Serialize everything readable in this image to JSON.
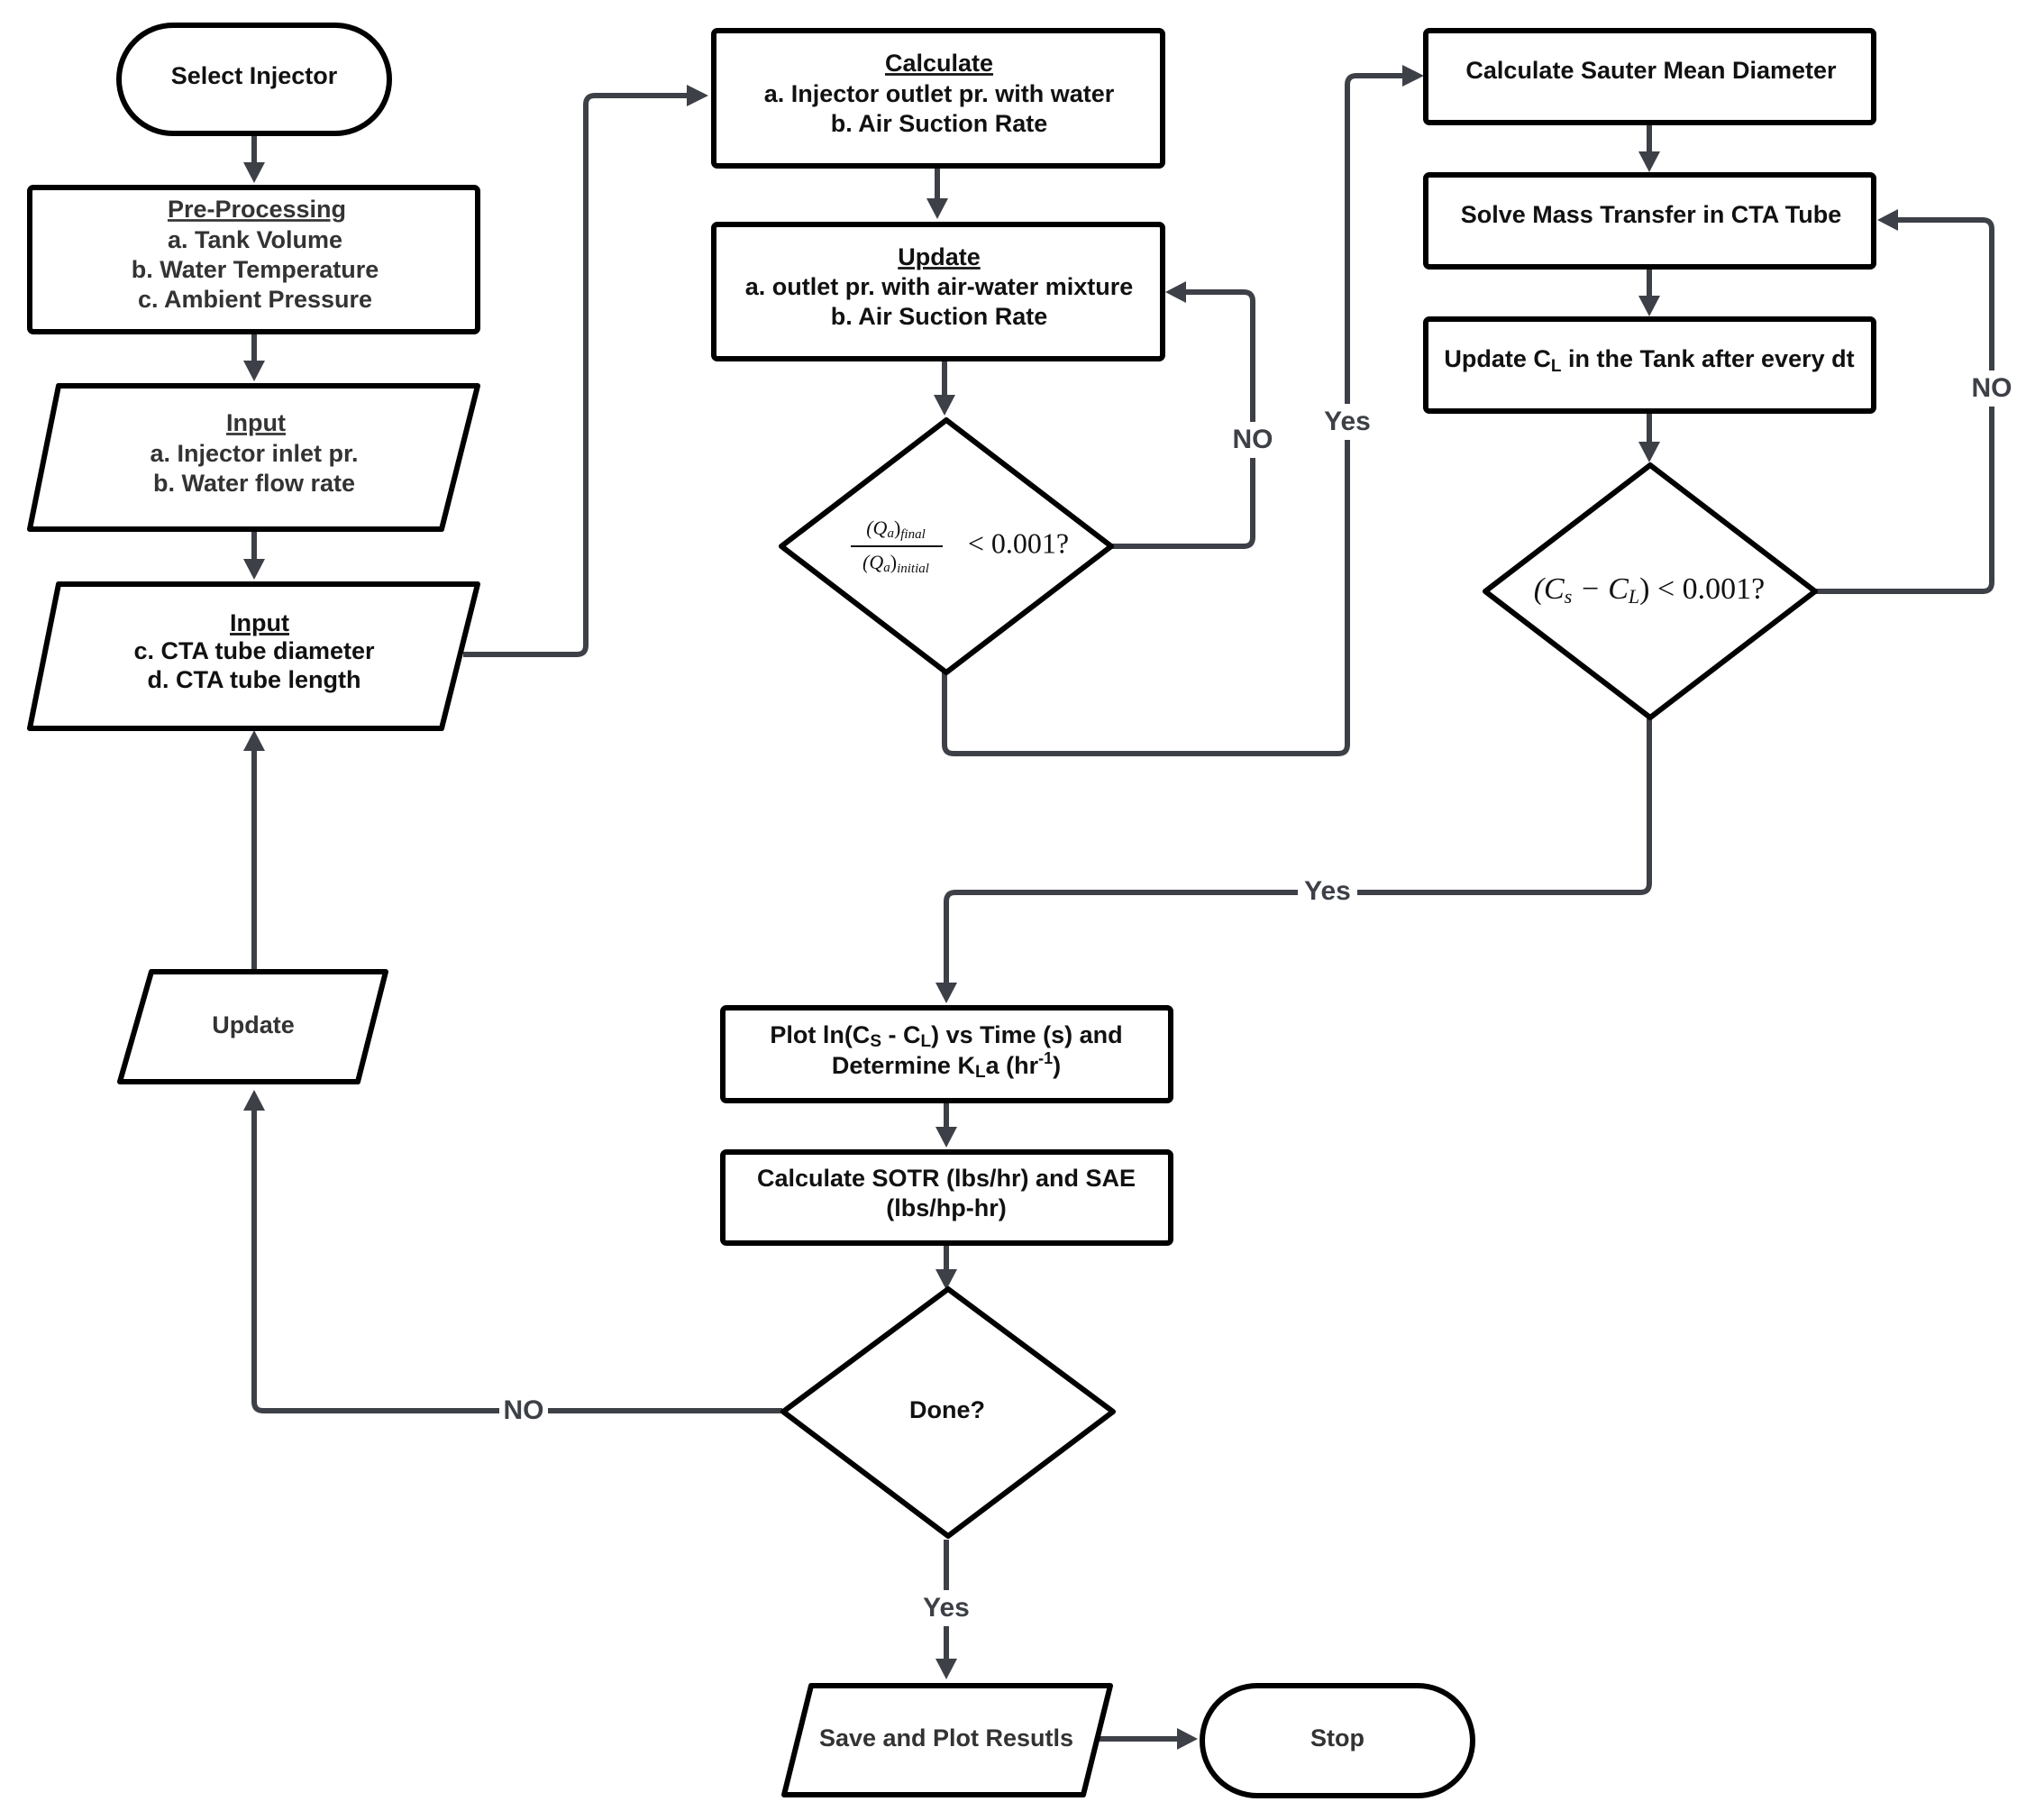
{
  "nodes": {
    "select_injector": "Select Injector",
    "preprocessing": {
      "title": "Pre-Processing",
      "lines": [
        "a. Tank Volume",
        "b. Water Temperature",
        "c. Ambient Pressure"
      ]
    },
    "input1": {
      "title": "Input",
      "lines": [
        "a. Injector inlet pr.",
        "b. Water flow rate"
      ]
    },
    "input2": {
      "title": "Input",
      "lines": [
        "c. CTA tube diameter",
        "d. CTA tube length"
      ]
    },
    "update_left": "Update",
    "calculate": {
      "title": "Calculate",
      "lines": [
        "a. Injector outlet pr. with water",
        "b. Air Suction Rate"
      ]
    },
    "update_mid": {
      "title": "Update",
      "lines": [
        "a. outlet pr. with air-water mixture",
        "b. Air Suction Rate"
      ]
    },
    "decision_q": {
      "num_q": "(Q",
      "num_sub": "a",
      "num_close": ")",
      "num_subsub": "final",
      "den_q": "(Q",
      "den_sub": "a",
      "den_close": ")",
      "den_subsub": "initial",
      "rhs": "< 0.001?"
    },
    "sauter": "Calculate Sauter Mean Diameter",
    "mass_transfer": "Solve Mass Transfer in CTA Tube",
    "update_cl": {
      "pre": "Update C",
      "sub": "L",
      "post": " in the Tank after every dt"
    },
    "decision_c": {
      "open": "(C",
      "s": "s",
      "minus": " − C",
      "l": "L",
      "rhs": ") < 0.001?"
    },
    "plot": {
      "line1_pre": "Plot ln(C",
      "line1_s": "S",
      "line1_mid": " - C",
      "line1_l": "L",
      "line1_post": ") vs Time (s) and",
      "line2_pre": "Determine K",
      "line2_l": "L",
      "line2_mid": "a (hr",
      "line2_sup": "-1",
      "line2_post": ")"
    },
    "sotr": [
      "Calculate SOTR (lbs/hr) and SAE",
      "(lbs/hp-hr)"
    ],
    "done": "Done?",
    "save": "Save and Plot Resutls",
    "stop": "Stop"
  },
  "edge_labels": {
    "no_update_loop": "NO",
    "yes_to_sauter": "Yes",
    "no_mass_loop": "NO",
    "yes_to_plot": "Yes",
    "no_done": "NO",
    "yes_done": "Yes"
  },
  "colors": {
    "connector": "#3d4047",
    "outline": "#000000",
    "fill": "#ffffff"
  }
}
